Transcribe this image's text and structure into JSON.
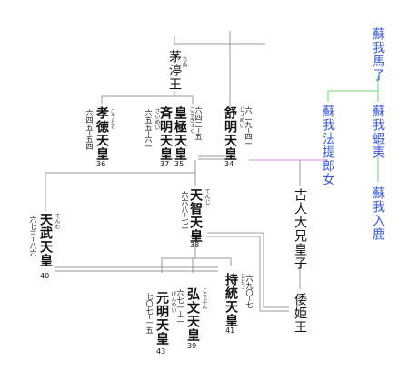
{
  "people": {
    "umako": {
      "name": "蘇我馬子"
    },
    "emishi": {
      "name": "蘇我蝦夷"
    },
    "iruka": {
      "name": "蘇我入鹿"
    },
    "hotehime": {
      "name": "蘇我法提郎女"
    },
    "chinu": {
      "name": "茅渟王",
      "ruby": "ちぬ"
    },
    "kotoku": {
      "name": "孝徳天皇",
      "ruby": "こうとく",
      "years": "六四五─五四",
      "num": "36"
    },
    "kogyoku": {
      "name": "皇極天皇",
      "ruby": "こうぎょく",
      "years": "六四二─五",
      "num": "35"
    },
    "saimei": {
      "name": "斉明天皇",
      "ruby": "さいめい",
      "years": "六五五─六一",
      "num": "37"
    },
    "jomei": {
      "name": "舒明天皇",
      "ruby": "じょめい",
      "years": "六二九─四一",
      "num": "34"
    },
    "furuhito": {
      "name": "古人大兄皇子"
    },
    "yamatohime": {
      "name": "倭姫王"
    },
    "tenji": {
      "name": "天智天皇",
      "ruby": "てんじ",
      "years": "六六八─七一",
      "num": "38"
    },
    "tenmu": {
      "name": "天武天皇",
      "ruby": "てんむ",
      "years": "六七三─八六",
      "num": "40"
    },
    "jito": {
      "name": "持統天皇",
      "ruby": "じとう",
      "years": "六九〇─七",
      "num": "41"
    },
    "kobun": {
      "name": "弘文天皇",
      "ruby": "こうぶん",
      "years": "六七一─二",
      "num": "39"
    },
    "genmei": {
      "name": "元明天皇",
      "ruby": "げんめい",
      "years": "七〇七─一五",
      "num": "43"
    }
  },
  "colors": {
    "line": "#999999",
    "soga": "#3b5bd6",
    "green": "#6fd66f",
    "pink": "#e88ad8"
  }
}
